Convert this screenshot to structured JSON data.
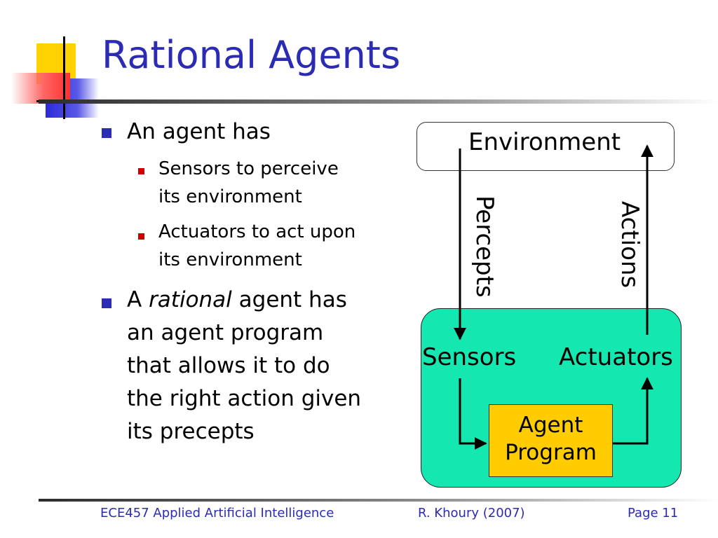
{
  "slide": {
    "title": "Rational Agents",
    "bullets": [
      {
        "text": "An agent has",
        "sub": [
          {
            "line1": "Sensors to perceive",
            "line2": "its environment"
          },
          {
            "line1": "Actuators to act upon",
            "line2": "its environment"
          }
        ]
      },
      {
        "prefix": "A ",
        "emphasis": "rational",
        "line1_rest": " agent has",
        "lines": [
          "an agent program",
          "that allows it to do",
          "the right action given",
          "its precepts"
        ]
      }
    ]
  },
  "diagram": {
    "environment": "Environment",
    "percepts": "Percepts",
    "actions": "Actions",
    "sensors": "Sensors",
    "actuators": "Actuators",
    "program_line1": "Agent",
    "program_line2": "Program",
    "colors": {
      "agent_fill": "#14e8b0",
      "program_fill": "#ffcc00"
    }
  },
  "footer": {
    "course": "ECE457 Applied Artificial Intelligence",
    "author": "R. Khoury (2007)",
    "page": "Page 11"
  },
  "colors": {
    "title": "#2b2bb3",
    "bullet_main": "#2b2bb3",
    "bullet_sub": "#cc0000"
  }
}
